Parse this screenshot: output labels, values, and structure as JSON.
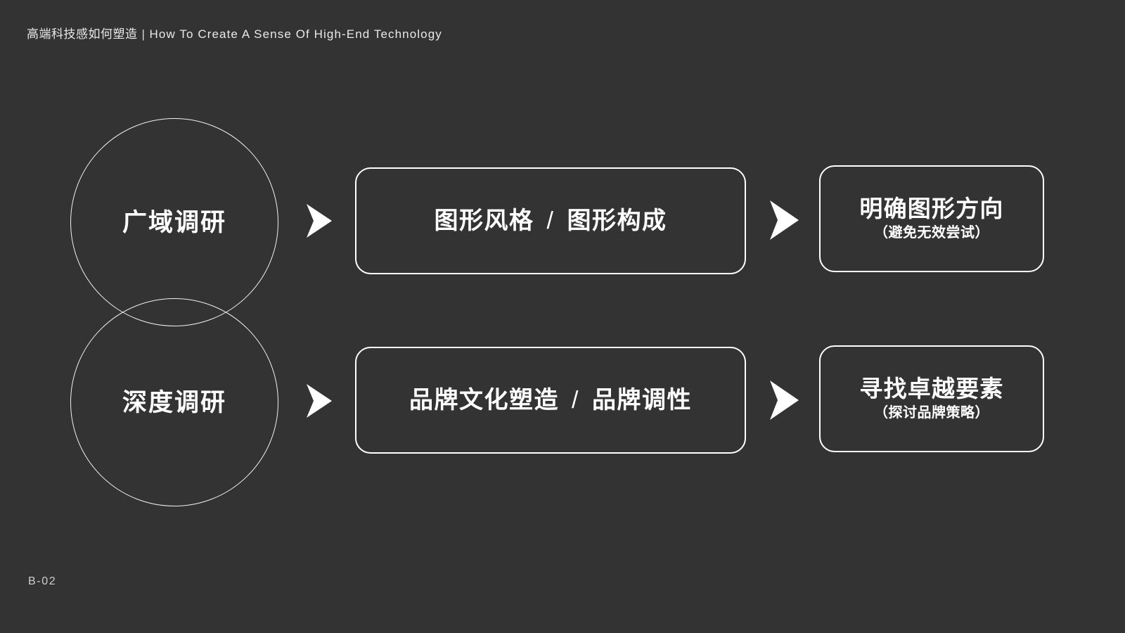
{
  "page": {
    "background_color": "#333333",
    "foreground_color": "#ffffff",
    "footer_label": "B-02"
  },
  "header": {
    "title_cn": "高端科技感如何塑造",
    "separator": "|",
    "title_en": "How To Create A Sense Of High-End Technology"
  },
  "diagram": {
    "circles": [
      {
        "id": "broad-research",
        "label": "广域调研"
      },
      {
        "id": "deep-research",
        "label": "深度调研"
      }
    ],
    "arrows": [
      {
        "id": "arrow-1",
        "icon": "chevron-right-icon"
      },
      {
        "id": "arrow-2",
        "icon": "chevron-right-icon"
      },
      {
        "id": "arrow-3",
        "icon": "chevron-right-icon"
      },
      {
        "id": "arrow-4",
        "icon": "chevron-right-icon"
      }
    ],
    "middle_boxes": [
      {
        "id": "graphic",
        "left": "图形风格",
        "divider": "/",
        "right": "图形构成"
      },
      {
        "id": "brand",
        "left": "品牌文化塑造",
        "divider": "/",
        "right": "品牌调性"
      }
    ],
    "result_boxes": [
      {
        "id": "graphic-direction",
        "title": "明确图形方向",
        "subtitle": "（避免无效尝试）"
      },
      {
        "id": "excellence-elements",
        "title": "寻找卓越要素",
        "subtitle": "（探讨品牌策略）"
      }
    ]
  }
}
